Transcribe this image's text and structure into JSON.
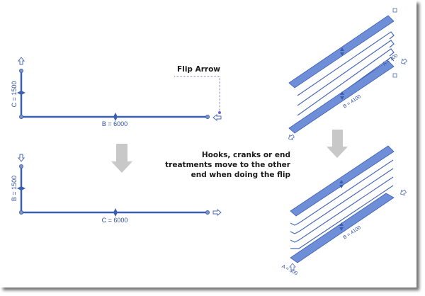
{
  "colors": {
    "line": "#3a5fb0",
    "bar_fill": "#6e8ed8",
    "bar_edge": "#3d61b5",
    "gray_arrow": "#c8c8c8",
    "callout": "#7a7ad6",
    "text": "#1a1a1a"
  },
  "left_top": {
    "vertical_dim": "C = 1500",
    "horizontal_dim": "B = 6000"
  },
  "left_bottom": {
    "vertical_dim": "B = 1500",
    "horizontal_dim": "C = 6000"
  },
  "callouts": {
    "flip_arrow": "Flip Arrow",
    "note_lines": [
      "Hooks, cranks or end",
      "treatments move to the other",
      "end when doing the flip"
    ]
  },
  "right_top": {
    "dim_b": "B = 4100",
    "dim_a": "A = 300"
  },
  "right_bottom": {
    "dim_b": "B = 4100",
    "dim_a": "A = 300"
  }
}
